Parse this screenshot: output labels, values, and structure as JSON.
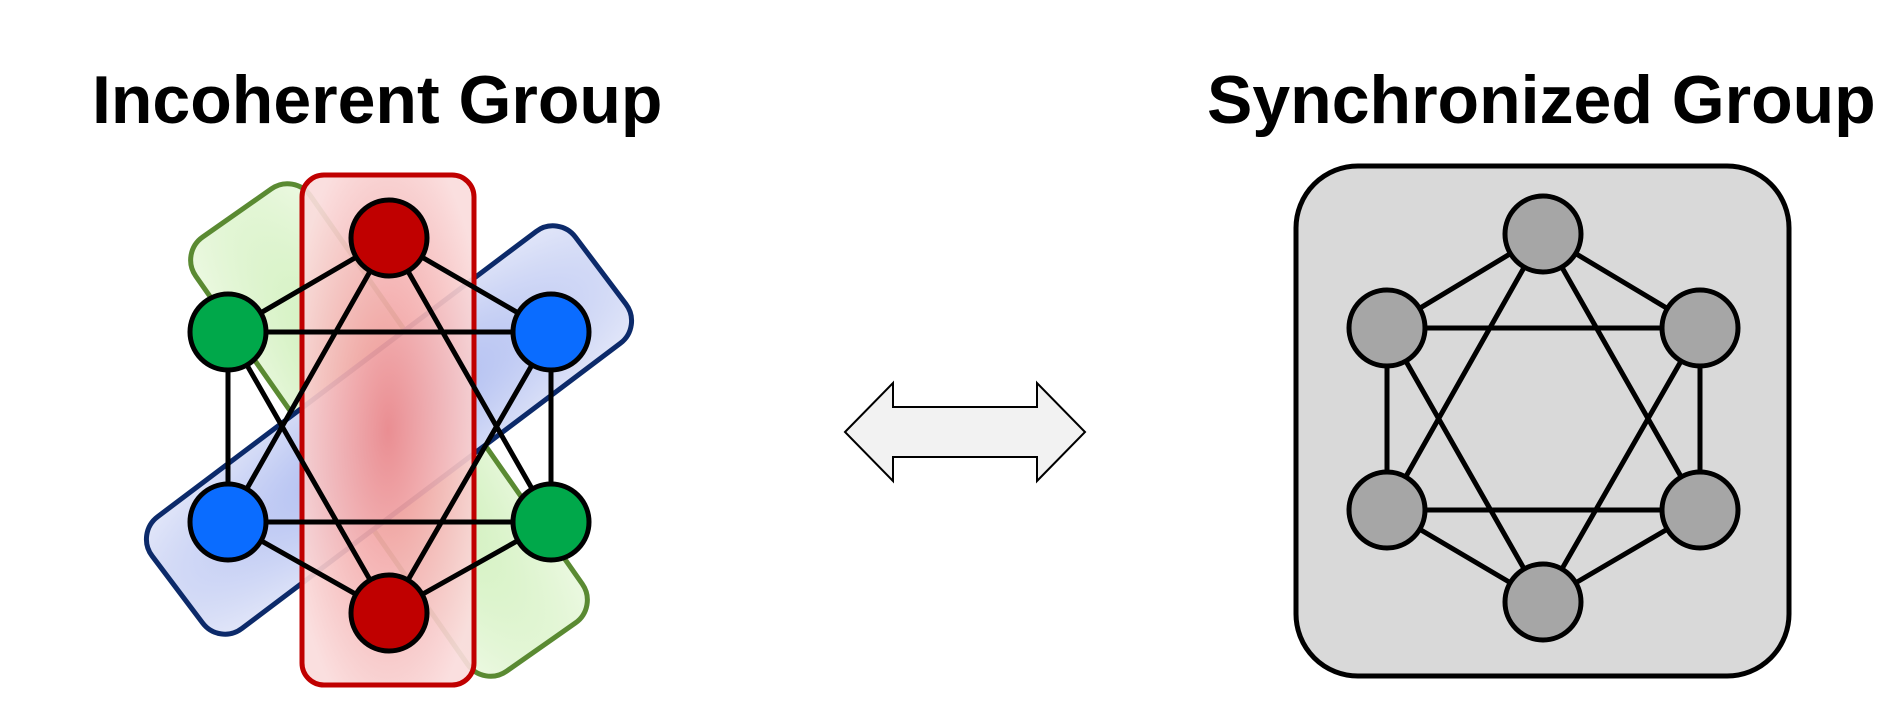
{
  "diagram": {
    "left_group": {
      "title": "Incoherent Group",
      "colors": {
        "red_node": "#c00000",
        "green_node": "#00a84a",
        "blue_node": "#0a6cff",
        "red_region_border": "#c00000",
        "green_region_border": "#5a8a32",
        "blue_region_border": "#0c2a6a"
      }
    },
    "right_group": {
      "title": "Synchronized Group",
      "colors": {
        "node": "#a6a6a6",
        "container_fill": "#d9d9d9",
        "container_border": "#000000"
      }
    },
    "connector": {
      "type": "double-headed-arrow",
      "fill": "#f2f2f2"
    }
  }
}
